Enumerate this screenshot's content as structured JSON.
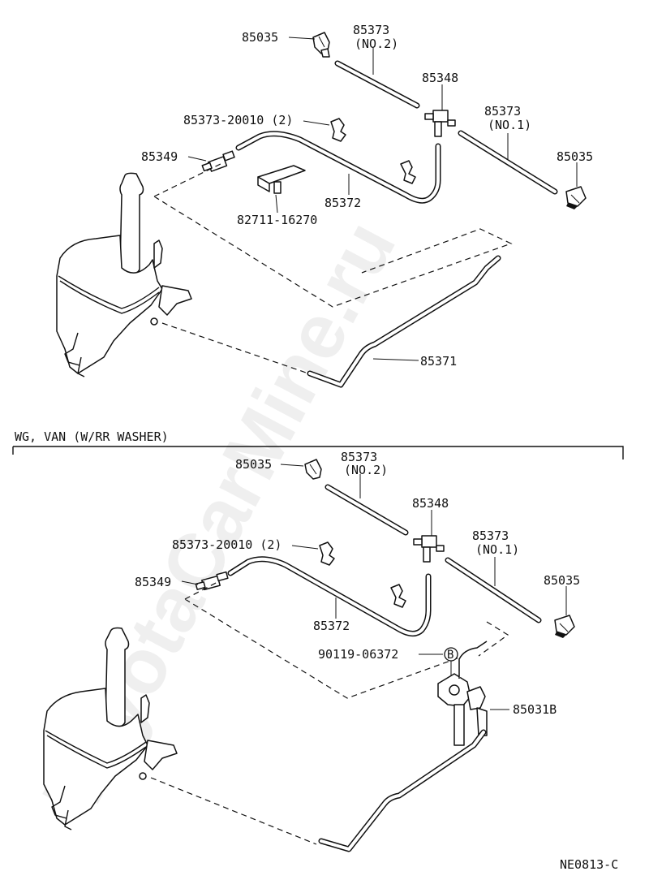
{
  "watermark": "ToyotaCarMine.ru",
  "top": {
    "nozzle_left": "85035",
    "hose_no2": "85373",
    "hose_no2_sub": "(NO.2)",
    "joint": "85348",
    "hose_no1": "85373",
    "hose_no1_sub": "(NO.1)",
    "nozzle_right": "85035",
    "clamp": "85373-20010 (2)",
    "check_valve": "85349",
    "hose_main": "85372",
    "cover": "82711-16270",
    "hose_long": "85371"
  },
  "section_title": "WG, VAN (W/RR WASHER)",
  "bottom": {
    "nozzle_left": "85035",
    "hose_no2": "85373",
    "hose_no2_sub": "(NO.2)",
    "joint": "85348",
    "hose_no1": "85373",
    "hose_no1_sub": "(NO.1)",
    "nozzle_right": "85035",
    "clamp": "85373-20010 (2)",
    "check_valve": "85349",
    "hose_main": "85372",
    "bolt": "90119-06372",
    "bolt_ref": "B",
    "valve": "85031B"
  },
  "drawing_code": "NE0813-C"
}
